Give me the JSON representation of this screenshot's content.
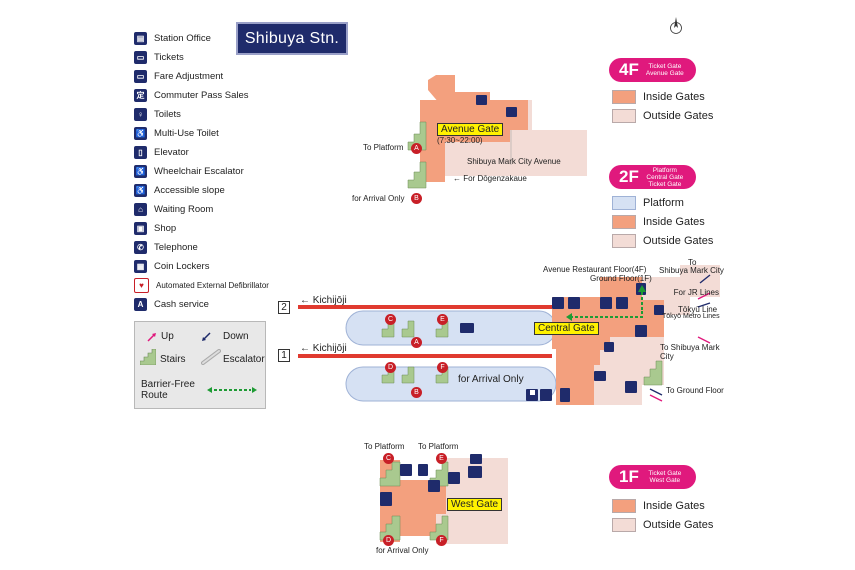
{
  "station_name": "Shibuya Stn.",
  "legend": [
    {
      "icon": "station-office-icon",
      "label": "Station Office"
    },
    {
      "icon": "tickets-icon",
      "label": "Tickets"
    },
    {
      "icon": "fare-adjustment-icon",
      "label": "Fare Adjustment"
    },
    {
      "icon": "commuter-pass-icon",
      "label": "Commuter Pass Sales"
    },
    {
      "icon": "toilets-icon",
      "label": "Toilets"
    },
    {
      "icon": "multi-use-toilet-icon",
      "label": "Multi-Use Toilet"
    },
    {
      "icon": "elevator-icon",
      "label": "Elevator"
    },
    {
      "icon": "wheelchair-escalator-icon",
      "label": "Wheelchair Escalator"
    },
    {
      "icon": "accessible-slope-icon",
      "label": "Accessible slope"
    },
    {
      "icon": "waiting-room-icon",
      "label": "Waiting Room"
    },
    {
      "icon": "shop-icon",
      "label": "Shop"
    },
    {
      "icon": "telephone-icon",
      "label": "Telephone"
    },
    {
      "icon": "coin-lockers-icon",
      "label": "Coin Lockers"
    },
    {
      "icon": "aed-icon",
      "label": "Automated External Defibrillator"
    },
    {
      "icon": "atm-icon",
      "label": "Cash service"
    }
  ],
  "symbols": {
    "up": "Up",
    "down": "Down",
    "stairs": "Stairs",
    "escalator": "Escalator",
    "barrier_free": "Barrier-Free Route"
  },
  "colors": {
    "inside_gates": "#f3a07e",
    "outside_gates": "#f3dcd6",
    "platform": "#d6e1f3",
    "floor_tag": "#e0197d",
    "track": "#e03a2f",
    "gate_yellow": "#fff200",
    "route_green": "#1e9b34"
  },
  "floor_4f": {
    "tag": "4F",
    "tag_sub": "Ticket Gate Avenue Gate",
    "key": [
      "Inside Gates",
      "Outside Gates"
    ],
    "gate": "Avenue Gate",
    "hours": "(7:30~22:00)",
    "avenue": "Shibuya Mark City Avenue",
    "to_platform": "To Platform",
    "for_arrival": "for Arrival Only",
    "for_dogenzaka": "← For Dōgenzakaue",
    "plat_a": "A",
    "plat_b": "B"
  },
  "floor_2f": {
    "tag": "2F",
    "tag_sub": "Platform Central Gate Ticket Gate",
    "key": [
      "Platform",
      "Inside Gates",
      "Outside Gates"
    ],
    "gate": "Central Gate",
    "track2": "2",
    "track1": "1",
    "kichijoji": "← Kichijōji",
    "arrival_only": "for Arrival Only",
    "avenue_restaurant": "Avenue Restaurant Floor(4F)",
    "ground_floor_1f": "Ground Floor(1F)",
    "to": "To",
    "to_mark_city": "Shibuya Mark City",
    "jr_lines": "For JR Lines",
    "tokyu_line": "Tōkyū Line",
    "tokyo_metro": "Tōkyō Metro Lines",
    "to_mark_city2": "To Shibuya Mark City",
    "to_ground_floor": "To Ground Floor",
    "letters": [
      "C",
      "E",
      "A",
      "D",
      "F",
      "B"
    ]
  },
  "floor_1f": {
    "tag": "1F",
    "tag_sub": "Ticket Gate West Gate",
    "key": [
      "Inside Gates",
      "Outside Gates"
    ],
    "gate": "West Gate",
    "to_platform": "To Platform",
    "for_arrival": "for Arrival Only",
    "letters": [
      "C",
      "E",
      "D",
      "F"
    ]
  }
}
